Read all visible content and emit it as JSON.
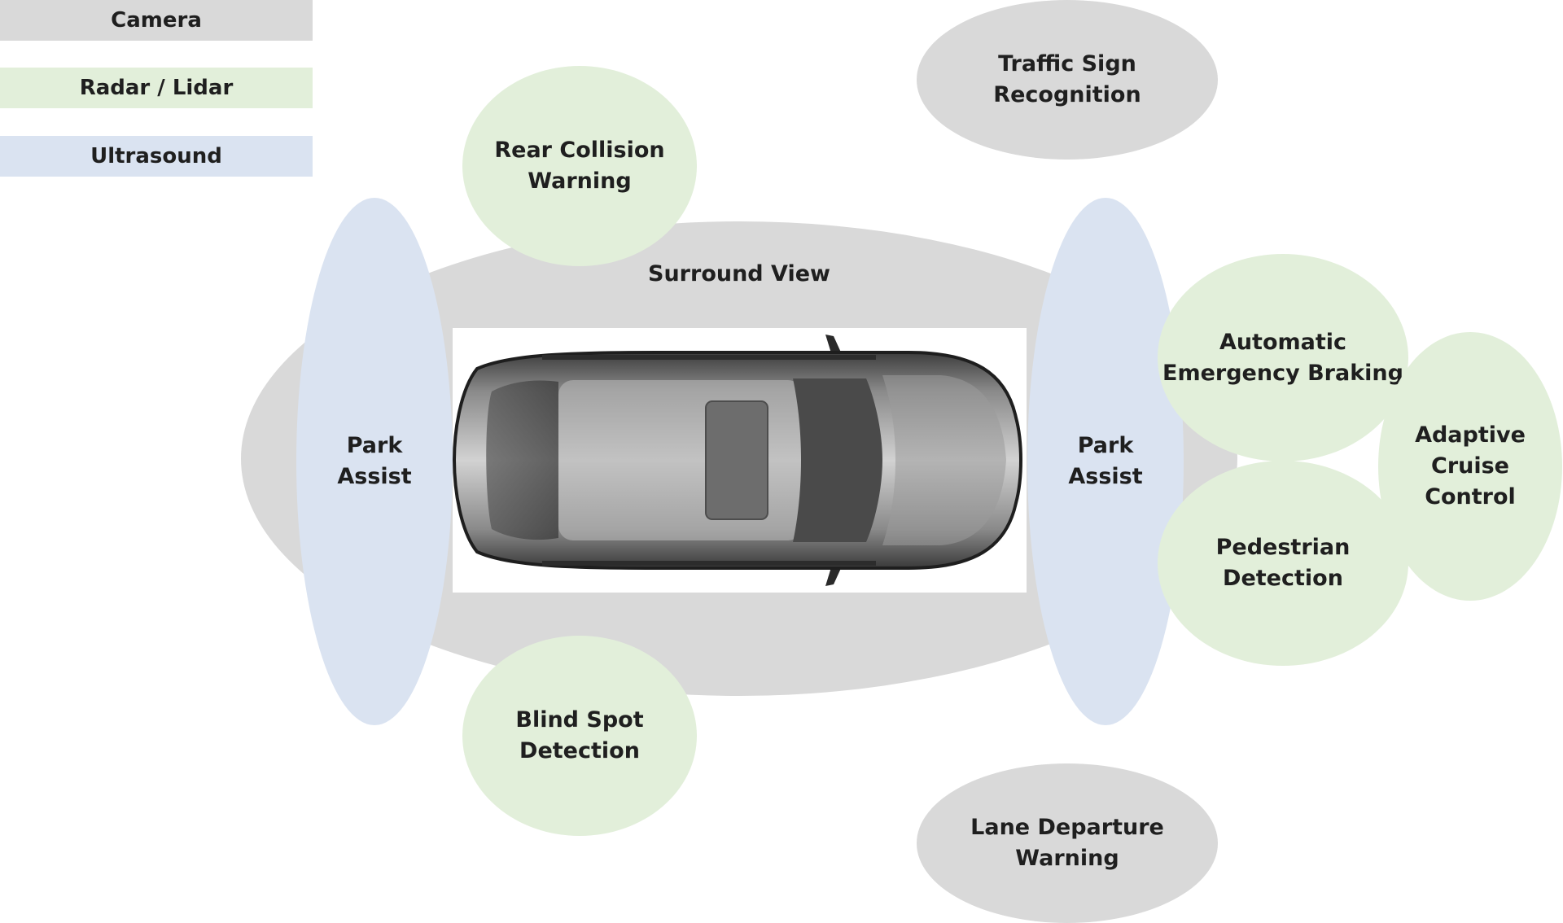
{
  "legend": {
    "camera": "Camera",
    "radar_lidar": "Radar / Lidar",
    "ultrasound": "Ultrasound"
  },
  "zones": {
    "traffic_sign": "Traffic Sign\nRecognition",
    "rear_collision": "Rear Collision\nWarning",
    "surround_view": "Surround View",
    "park_assist_rear": "Park\nAssist",
    "park_assist_front": "Park\nAssist",
    "aeb": "Automatic\nEmergency Braking",
    "acc": "Adaptive Cruise\nControl",
    "pedestrian": "Pedestrian\nDetection",
    "blind_spot": "Blind Spot\nDetection",
    "lane_departure": "Lane Departure\nWarning"
  },
  "colors": {
    "camera": "#d9d9d9",
    "radar_lidar": "#e2efda",
    "ultrasound": "#dae3f1"
  },
  "image": {
    "icon": "car-top-view-icon"
  }
}
